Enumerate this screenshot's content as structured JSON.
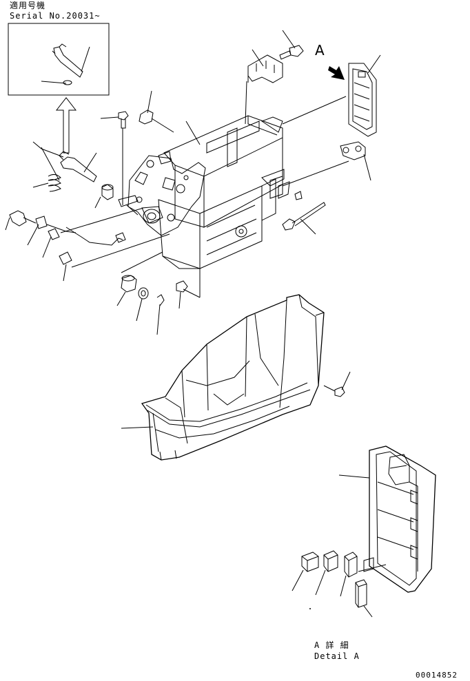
{
  "header": {
    "applicable_model": "適用号機",
    "serial_number": "Serial No.20031~"
  },
  "view_marker": "A",
  "detail": {
    "title_jp": "A 詳 細",
    "title_en": "Detail A"
  },
  "drawing_number": "00014852"
}
